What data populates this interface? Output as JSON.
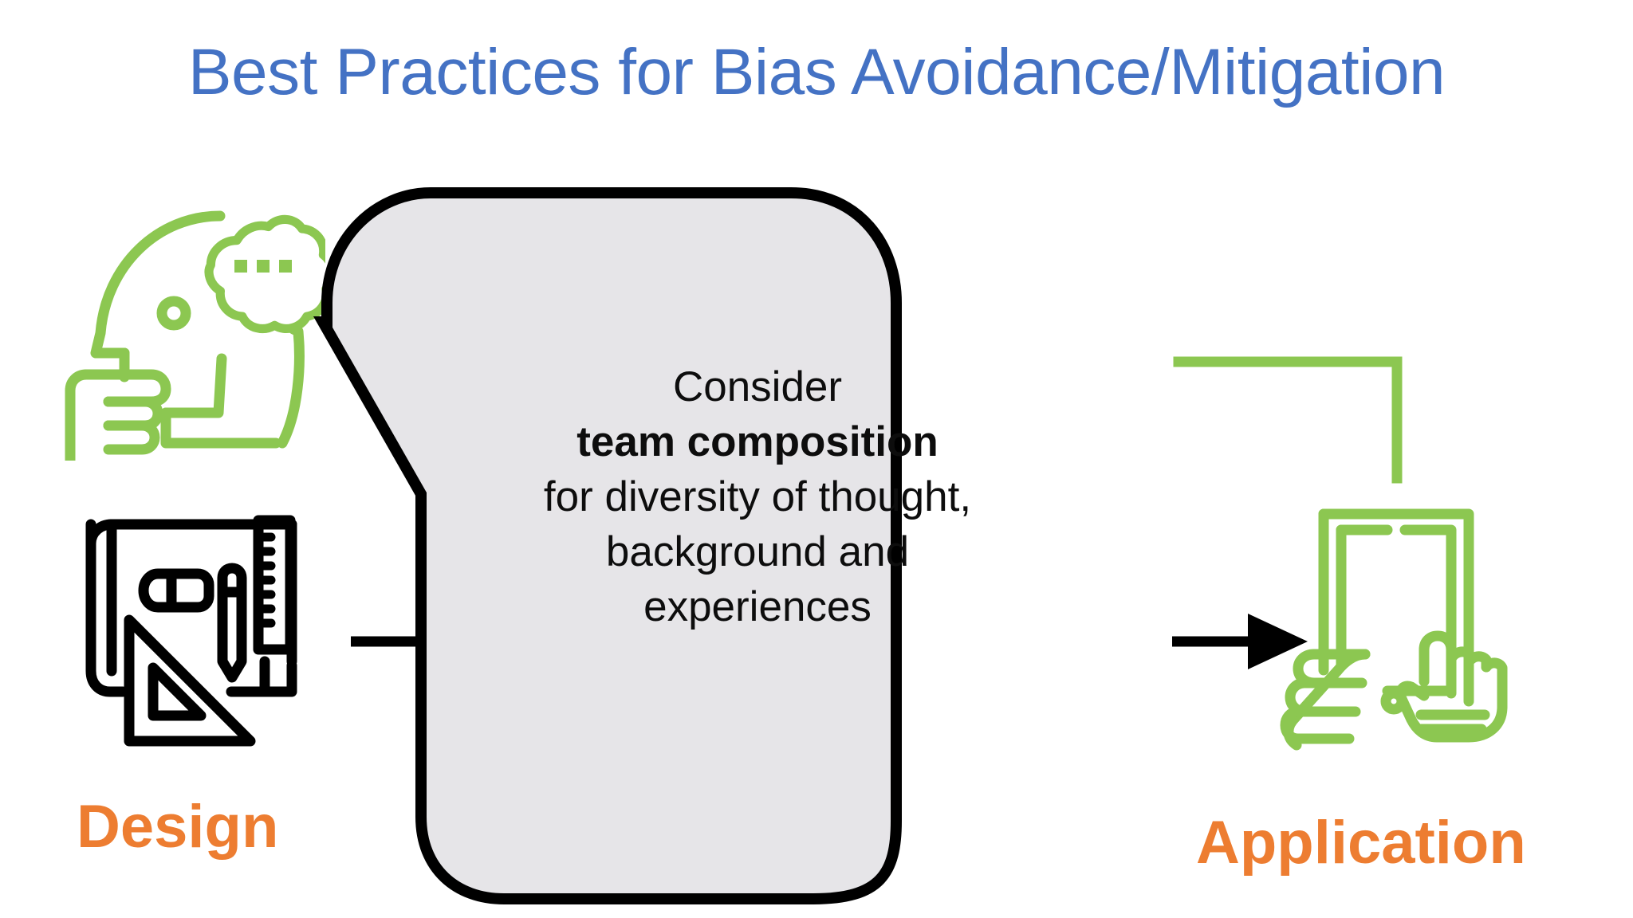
{
  "slide": {
    "title": "Best Practices for Bias Avoidance/Mitigation",
    "background_color": "#FFFFFF",
    "title_color": "#4472C4"
  },
  "palette": {
    "title_blue": "#4472C4",
    "label_orange": "#ED7D31",
    "icon_green": "#8CC751",
    "bubble_fill": "#E6E5E8",
    "bubble_stroke": "#000000",
    "connector_black": "#000000",
    "connector_green": "#8CC751"
  },
  "stages": [
    {
      "id": "design",
      "label": "Design",
      "icons": [
        "thinking-head-icon",
        "blueprint-tools-icon"
      ]
    },
    {
      "id": "application",
      "label": "Application",
      "icons": [
        "tablet-touch-icon"
      ]
    }
  ],
  "callout": {
    "name": "best-practice-callout",
    "lines": [
      {
        "text": "Consider",
        "emphasis": false
      },
      {
        "text": "team composition",
        "emphasis": true
      },
      {
        "text": "for diversity of thought,",
        "emphasis": false
      },
      {
        "text": "background and",
        "emphasis": false
      },
      {
        "text": "experiences",
        "emphasis": false
      }
    ],
    "fill": "#E6E5E8",
    "stroke": "#000000"
  },
  "connectors": [
    {
      "name": "design-to-callout-connector",
      "color": "#000000",
      "style": "line",
      "from": "design",
      "to": "callout"
    },
    {
      "name": "callout-to-application-arrow",
      "color": "#000000",
      "style": "arrow",
      "from": "callout",
      "to": "application"
    },
    {
      "name": "callout-to-application-green-elbow",
      "color": "#8CC751",
      "style": "elbow",
      "from": "callout",
      "to": "application"
    }
  ],
  "icons": {
    "thinking_head": {
      "name": "thinking-head-icon",
      "description": "head in profile with hand on chin and thought cloud with three dots",
      "color": "#8CC751"
    },
    "blueprint_tools": {
      "name": "blueprint-tools-icon",
      "description": "rolled blueprint with eraser, pencil, ruler and set square",
      "color": "#000000"
    },
    "tablet_touch": {
      "name": "tablet-touch-icon",
      "description": "hands holding a tablet with finger tapping the screen",
      "color": "#8CC751"
    }
  }
}
